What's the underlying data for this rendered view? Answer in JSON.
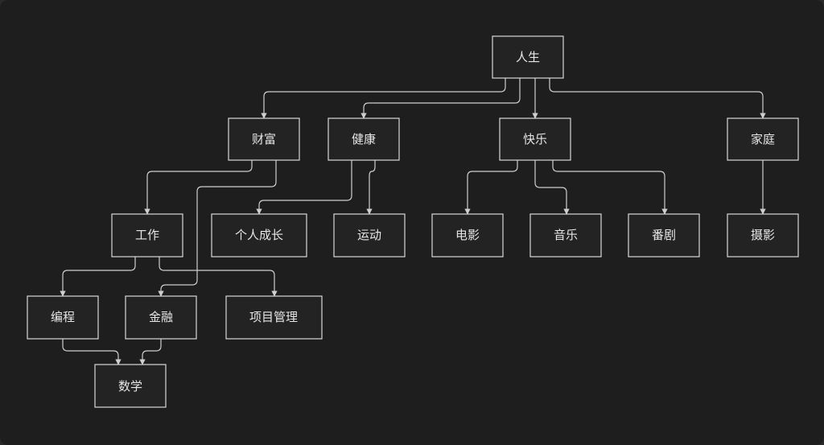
{
  "nodes": {
    "life": "人生",
    "wealth": "财富",
    "health": "健康",
    "happiness": "快乐",
    "family": "家庭",
    "work": "工作",
    "personal_growth": "个人成长",
    "exercise": "运动",
    "movies": "电影",
    "music": "音乐",
    "anime": "番剧",
    "photography": "摄影",
    "programming": "编程",
    "finance": "金融",
    "project_management": "项目管理",
    "math": "数学"
  },
  "edges": [
    [
      "life",
      "wealth"
    ],
    [
      "life",
      "health"
    ],
    [
      "life",
      "happiness"
    ],
    [
      "life",
      "family"
    ],
    [
      "wealth",
      "work"
    ],
    [
      "wealth",
      "finance"
    ],
    [
      "health",
      "personal_growth"
    ],
    [
      "health",
      "exercise"
    ],
    [
      "happiness",
      "movies"
    ],
    [
      "happiness",
      "music"
    ],
    [
      "happiness",
      "anime"
    ],
    [
      "family",
      "photography"
    ],
    [
      "work",
      "programming"
    ],
    [
      "work",
      "project_management"
    ],
    [
      "programming",
      "math"
    ],
    [
      "finance",
      "math"
    ]
  ],
  "colors": {
    "background": "#1e1e1e",
    "stroke": "#d8d8d8",
    "text": "#e6e6e6"
  }
}
